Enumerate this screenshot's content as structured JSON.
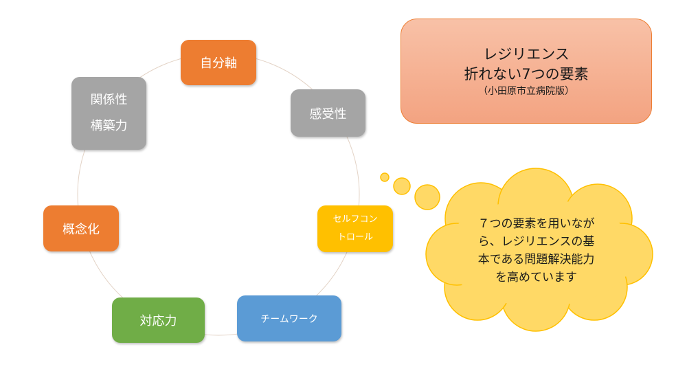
{
  "colors": {
    "orange": "#ed7d31",
    "gray": "#a5a5a5",
    "gold": "#ffc000",
    "blue": "#5b9bd5",
    "green": "#70ad47",
    "cloud_fill": "#ffd966",
    "cloud_stroke": "#ffc000",
    "title_border": "#ed7d31"
  },
  "title_box": {
    "line1": "レジリエンス",
    "line2": "折れない7つの要素",
    "line3": "（小田原市立病院版）"
  },
  "nodes": {
    "jibunjiku": {
      "label": "自分軸",
      "color": "#ed7d31"
    },
    "kanjusei": {
      "label": "感受性",
      "color": "#a5a5a5"
    },
    "self_control": {
      "label": "セルフコン\nトロール",
      "color": "#ffc000"
    },
    "teamwork": {
      "label": "チームワーク",
      "color": "#5b9bd5"
    },
    "taiouryoku": {
      "label": "対応力",
      "color": "#70ad47"
    },
    "gainenka": {
      "label": "概念化",
      "color": "#ed7d31"
    },
    "kankeisei": {
      "label": "関係性\n構築力",
      "color": "#a5a5a5"
    }
  },
  "cloud": {
    "text": "７つの要素を用いなが\nら、レジリエンスの基\n本である問題解決能力\nを高めています"
  }
}
